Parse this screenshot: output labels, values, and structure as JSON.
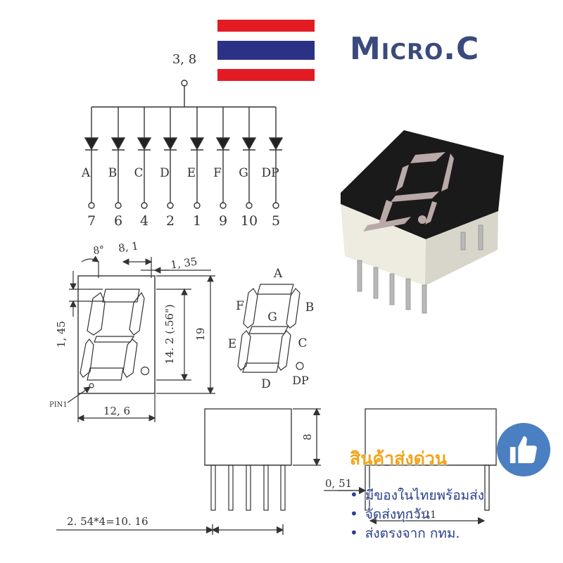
{
  "brand": {
    "name": "Micro.C"
  },
  "flag": {
    "colors": [
      "#e31b23",
      "#ffffff",
      "#2b3285"
    ]
  },
  "schematic": {
    "common_pin": "3, 8",
    "segments": [
      "A",
      "B",
      "C",
      "D",
      "E",
      "F",
      "G",
      "DP"
    ],
    "pins": [
      "7",
      "6",
      "4",
      "2",
      "1",
      "9",
      "10",
      "5"
    ]
  },
  "front_view": {
    "angle": "8°",
    "top_width": "8, 1",
    "offset": "1, 35",
    "segment_thickness": "1, 45",
    "digit_height": "14. 2 (.56\")",
    "height": "19",
    "width": "12, 6",
    "pin1_label": "PIN1"
  },
  "segment_map": {
    "A": "A",
    "B": "B",
    "C": "C",
    "D": "D",
    "E": "E",
    "F": "F",
    "G": "G",
    "DP": "DP"
  },
  "side_view": {
    "body_height": "8",
    "pin_diameter": "0, 51",
    "pitch": "2. 54*4=10. 16",
    "extra": "15.21"
  },
  "promo": {
    "title": "สินค้าส่งด่วน",
    "items": [
      "มีของในไทยพร้อมส่ง",
      "จัดส่งทุกวัน",
      "ส่งตรงจาก กทม."
    ],
    "badge_icon": "thumbs-up-icon"
  },
  "colors": {
    "brand": "#3a4a7c",
    "promo_title": "#f3a41b",
    "promo_text": "#2a3f8f",
    "badge": "#4a7fc1"
  }
}
